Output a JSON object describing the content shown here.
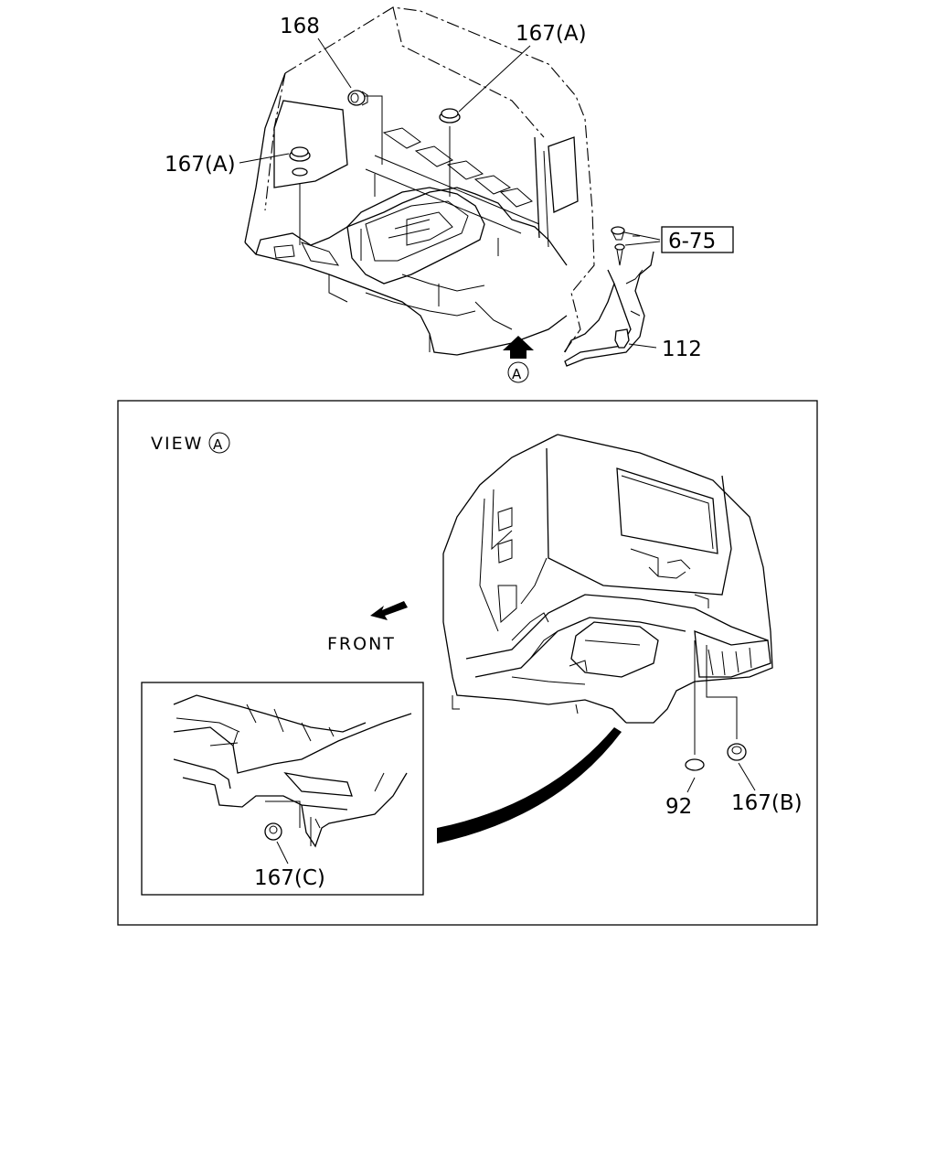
{
  "callouts": {
    "p168": "168",
    "p167a_top": "167(A)",
    "p167a_left": "167(A)",
    "p675": "6-75",
    "p112": "112",
    "view_arrow": "A",
    "view_title_prefix": "VIEW",
    "view_title_letter": "A",
    "front": "FRONT",
    "p92": "92",
    "p167b": "167(B)",
    "p167c": "167(C)"
  }
}
